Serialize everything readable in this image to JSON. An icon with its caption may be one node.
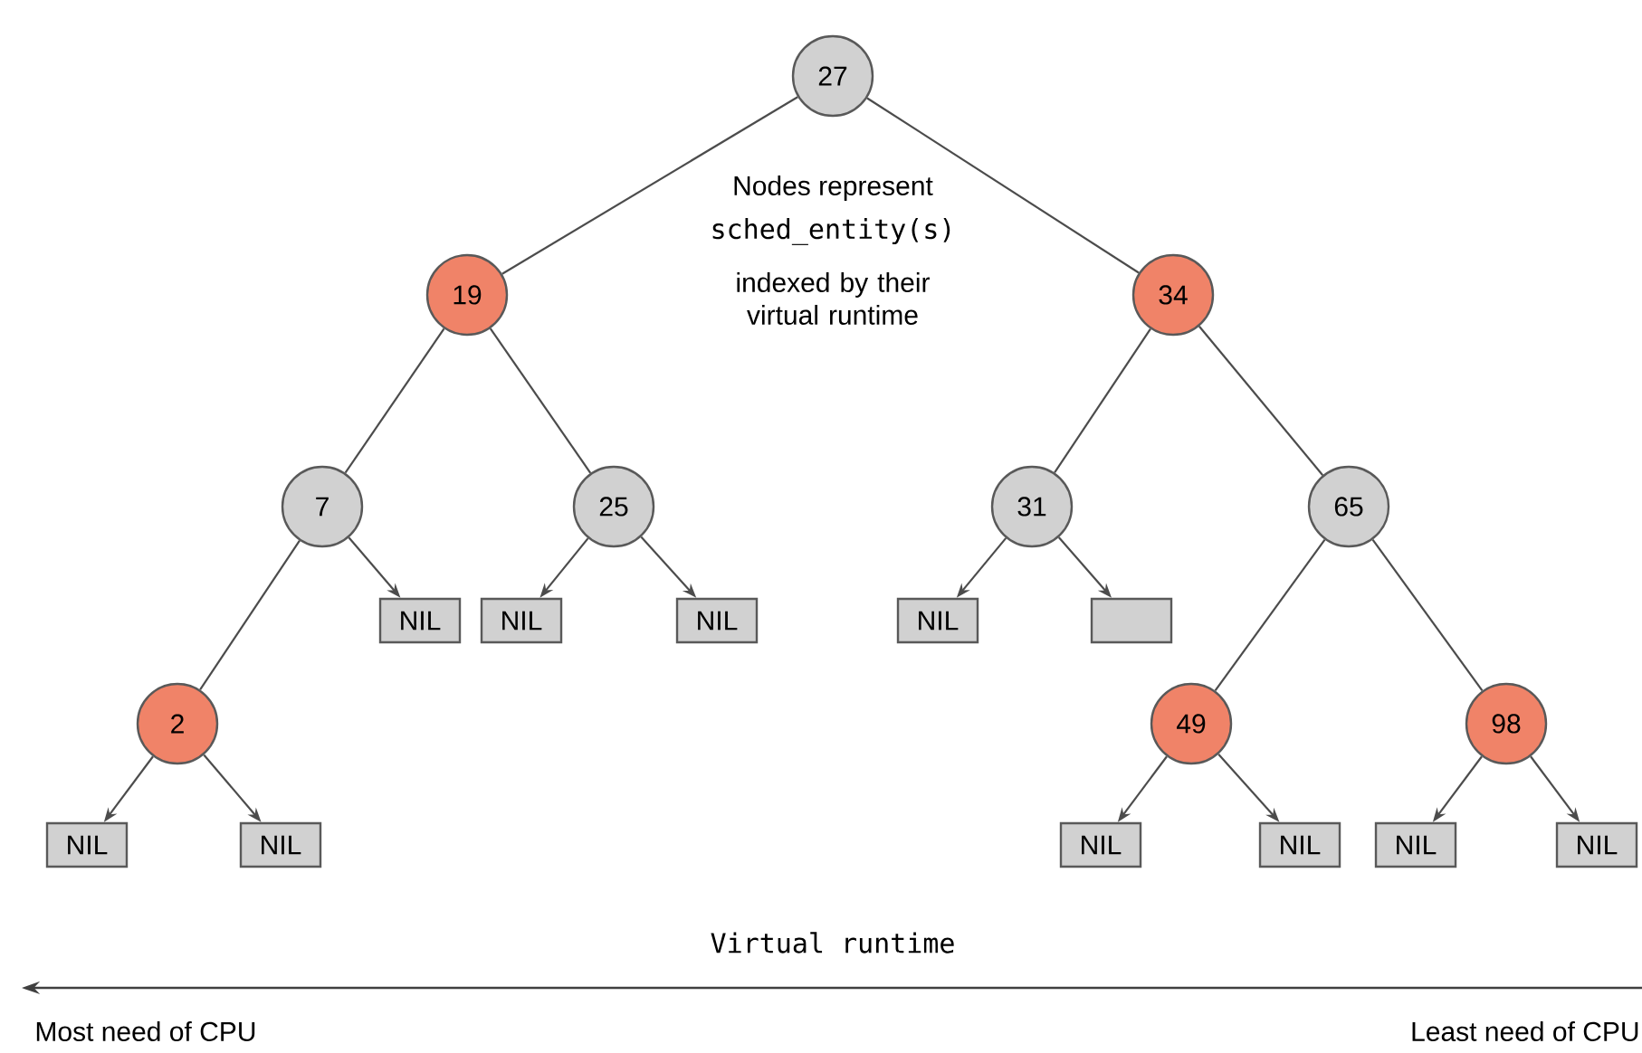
{
  "diagram": {
    "nodes": [
      {
        "text": [
          "27"
        ]
      },
      {
        "text": [
          "19"
        ]
      },
      {
        "text": [
          "34"
        ]
      },
      {
        "text": [
          "7"
        ]
      },
      {
        "text": [
          "25"
        ]
      },
      {
        "text": [
          "31"
        ]
      },
      {
        "text": [
          "65"
        ]
      },
      {
        "text": [
          "NIL"
        ]
      },
      {
        "text": [
          "NIL"
        ]
      },
      {
        "text": [
          "NIL"
        ]
      },
      {
        "text": [
          "NIL"
        ]
      },
      {
        "text": [],
        "shape": "box"
      },
      {
        "text": [
          "2"
        ]
      },
      {
        "text": [
          "49"
        ]
      },
      {
        "text": [
          "98"
        ]
      },
      {
        "text": [
          "NIL"
        ]
      },
      {
        "text": [
          "NIL"
        ]
      },
      {
        "text": [
          "NIL"
        ]
      },
      {
        "text": [
          "NIL"
        ]
      },
      {
        "text": [
          "NIL"
        ]
      },
      {
        "text": [
          "NIL"
        ]
      }
    ],
    "edges": [
      {
        "from": 0,
        "to": 1,
        "arrow": "none"
      },
      {
        "from": 0,
        "to": 2,
        "arrow": "none"
      },
      {
        "from": 1,
        "to": 3,
        "arrow": "none"
      },
      {
        "from": 1,
        "to": 4,
        "arrow": "none"
      },
      {
        "from": 2,
        "to": 5,
        "arrow": "none"
      },
      {
        "from": 2,
        "to": 6,
        "arrow": "none"
      },
      {
        "from": 3,
        "to": 12,
        "arrow": "none"
      },
      {
        "from": 3,
        "to": 7,
        "arrow": "to"
      },
      {
        "from": 4,
        "to": 8,
        "arrow": "to"
      },
      {
        "from": 4,
        "to": 9,
        "arrow": "to"
      },
      {
        "from": 5,
        "to": 10,
        "arrow": "to"
      },
      {
        "from": 5,
        "to": 11,
        "arrow": "to"
      },
      {
        "from": 6,
        "to": 13,
        "arrow": "none"
      },
      {
        "from": 6,
        "to": 14,
        "arrow": "none"
      },
      {
        "from": 12,
        "to": 15,
        "arrow": "to"
      },
      {
        "from": 12,
        "to": 16,
        "arrow": "to"
      },
      {
        "from": 13,
        "to": 17,
        "arrow": "to"
      },
      {
        "from": 13,
        "to": 18,
        "arrow": "to"
      },
      {
        "from": 14,
        "to": 19,
        "arrow": "to"
      },
      {
        "from": 14,
        "to": 20,
        "arrow": "to"
      }
    ],
    "labels": [
      "Nodes represent",
      "sched_entity(s)",
      "indexed by their virtual runtime",
      "Virtual runtime",
      "Most need of CPU",
      "Least need of CPU"
    ]
  }
}
